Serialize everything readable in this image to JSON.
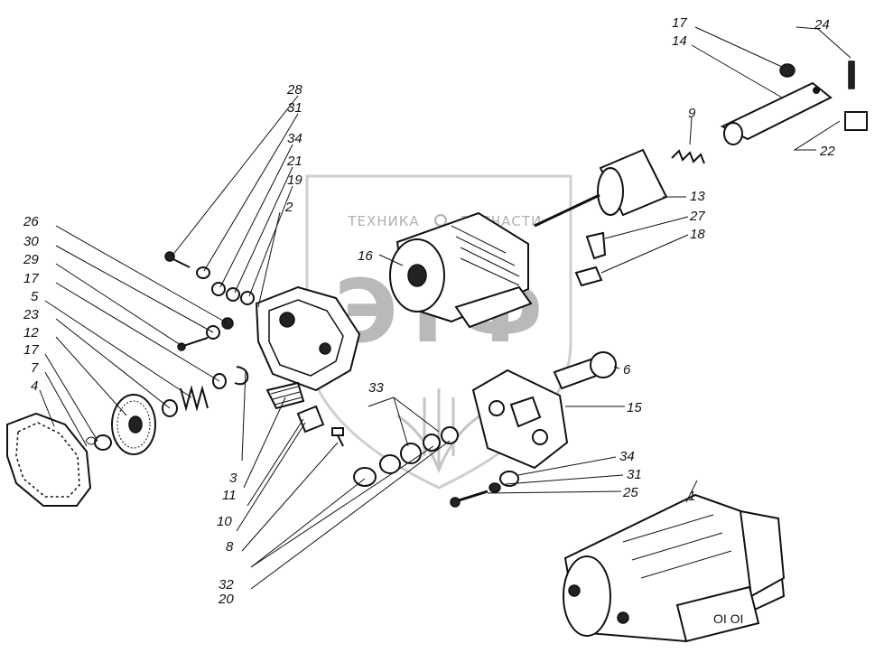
{
  "watermark": {
    "logo_text": "ЭТФ",
    "word_left": "ТЕХНИКА",
    "word_right": "ЗАПЧАСТИ"
  },
  "callouts": [
    "28",
    "31",
    "34",
    "21",
    "19",
    "2",
    "26",
    "30",
    "29",
    "17",
    "5",
    "23",
    "12",
    "17",
    "7",
    "4",
    "3",
    "11",
    "10",
    "8",
    "33",
    "32",
    "20",
    "17",
    "14",
    "24",
    "9",
    "22",
    "13",
    "27",
    "18",
    "16",
    "6",
    "15",
    "34",
    "31",
    "25",
    "1"
  ]
}
